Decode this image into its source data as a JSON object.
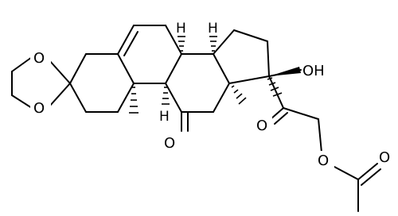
{
  "labels": {
    "o_diox_top": "O",
    "o_diox_bottom": "O",
    "o_ketone": "O",
    "o_side_ketone": "O",
    "hydroxyl": "OH",
    "o_ester": "O",
    "o_acetyl": "O",
    "h_c8": "H",
    "h_c14": "H",
    "h_c9": "H"
  }
}
